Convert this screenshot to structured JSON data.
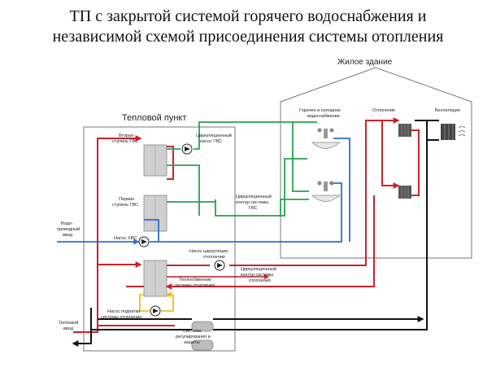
{
  "title": {
    "line1": "ТП с закрытой системой горячего водоснабжения и",
    "line2": "независимой схемой присоединения системы отопления"
  },
  "building": {
    "label": "Жилое здание"
  },
  "substation": {
    "label": "Тепловой пункт"
  },
  "labels": {
    "hot_cold_water": [
      "Горячее и холодное",
      "водоснабжение"
    ],
    "heating": "Отопление",
    "ventilation": "Вентиляция",
    "second_stage": [
      "Вторая",
      "ступень ГВС"
    ],
    "first_stage": [
      "Первая",
      "ступень ГВС"
    ],
    "dhw_circ_pump": [
      "Циркуляционный",
      "насос ГВС"
    ],
    "dhw_circ_loop": [
      "Циркуляционный",
      "контур системы",
      "ГВС"
    ],
    "cold_water_inlet": [
      "Водо-",
      "проводный",
      "ввод"
    ],
    "cold_water_pump": "Насос ХВС",
    "heating_circ_pump": [
      "Насос циркуляции",
      "отопления"
    ],
    "heating_circ_loop": [
      "Циркуляционный",
      "контур системы",
      "отопления"
    ],
    "heat_exchanger_heating": [
      "Теплообменник",
      "системы отопления"
    ],
    "makeup_pump": [
      "Насос подпитки",
      "системы отопления"
    ],
    "heat_inlet": [
      "Тепловой",
      "ввод"
    ],
    "control_system": [
      "Система",
      "регулирования и",
      "защиты"
    ]
  },
  "colors": {
    "supply": "#d0202a",
    "return": "#111111",
    "cold": "#2a6fd0",
    "dhw": "#2aa050",
    "makeup": "#e8c020",
    "outline": "#666666"
  }
}
